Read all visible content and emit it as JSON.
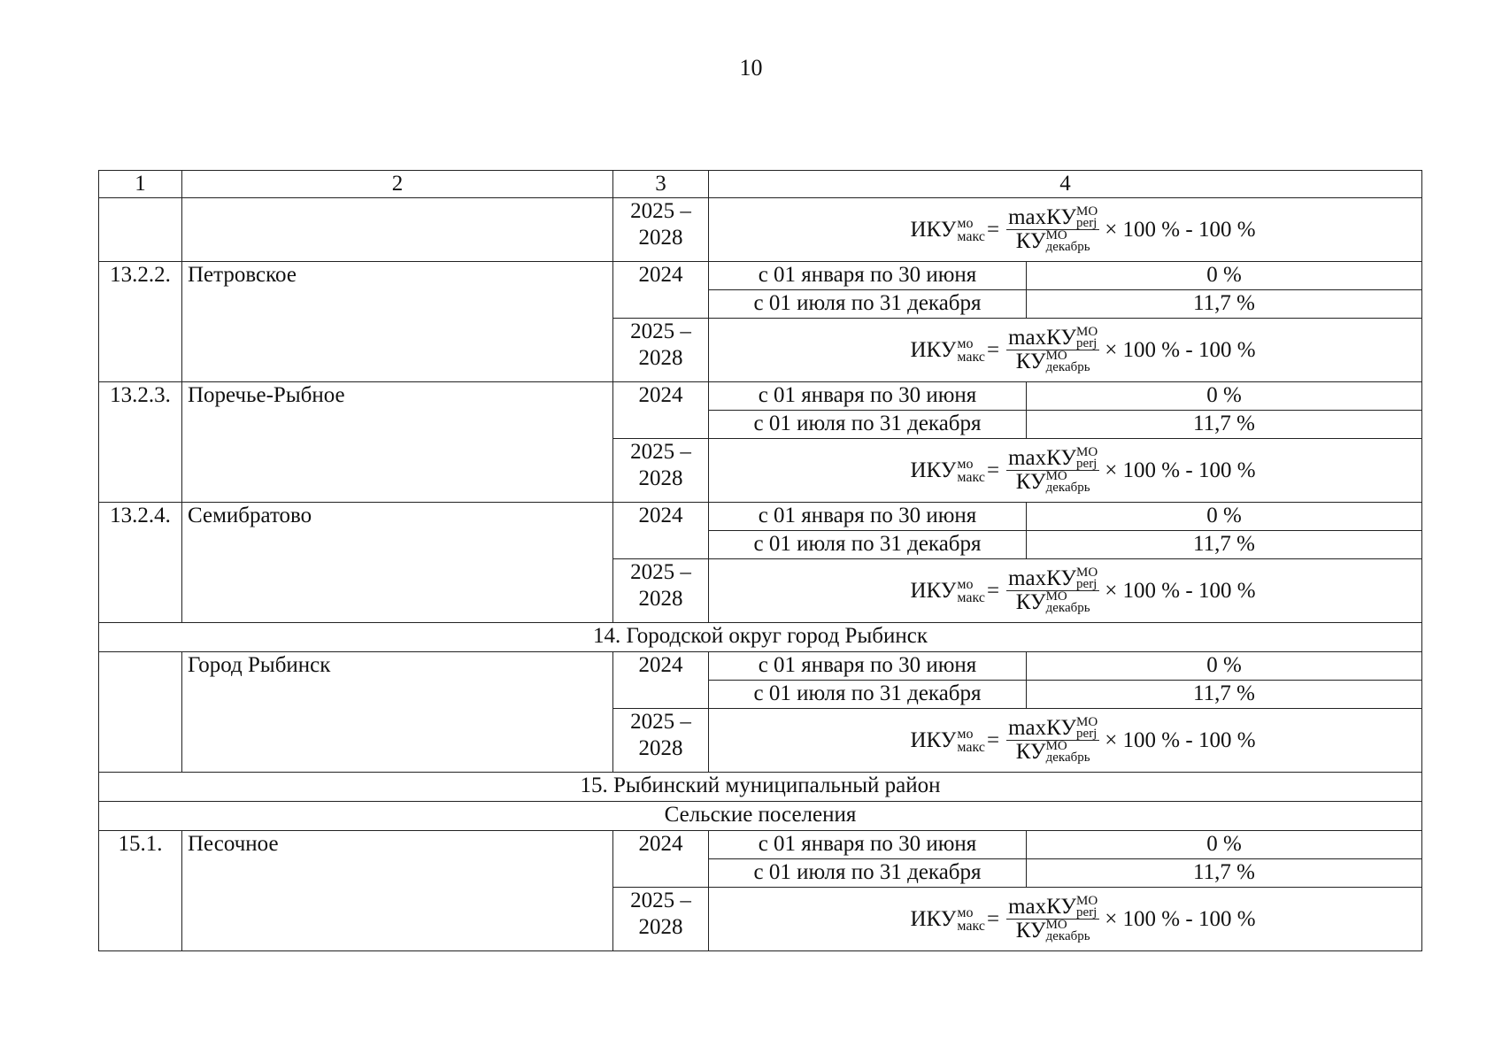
{
  "page_number": "10",
  "header": [
    "1",
    "2",
    "3",
    "4"
  ],
  "formula": {
    "lhs_base": "ИКУ",
    "lhs_sup": "мо",
    "lhs_sub": "макс",
    "eq": "=",
    "num_base": "maxКУ",
    "num_sup": "МО",
    "num_sub": "perj",
    "den_base": "КУ",
    "den_sup": "МО",
    "den_sub": "декабрь",
    "tail": "× 100 % - 100 %"
  },
  "years": {
    "y2024": "2024",
    "range_top": "2025 –",
    "range_bot": "2028"
  },
  "periods": {
    "first_half": "с 01 января по 30 июня",
    "second_half": "с 01 июля по 31 декабря"
  },
  "values": {
    "first_half": "0 %",
    "second_half": "11,7 %"
  },
  "rows": [
    {
      "num": "13.2.2.",
      "name": "Петровское"
    },
    {
      "num": "13.2.3.",
      "name": "Поречье-Рыбное"
    },
    {
      "num": "13.2.4.",
      "name": "Семибратово"
    },
    {
      "num": "",
      "name": "Город Рыбинск"
    },
    {
      "num": "15.1.",
      "name": "Песочное"
    }
  ],
  "sections": {
    "s14": "14. Городской округ город Рыбинск",
    "s15": "15. Рыбинский муниципальный район",
    "rural": "Сельские поселения"
  }
}
